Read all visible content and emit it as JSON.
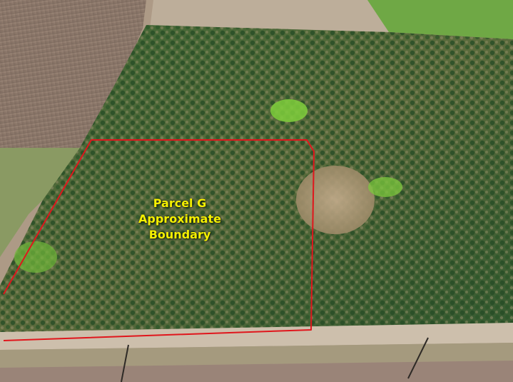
{
  "overlay": {
    "label_lines": [
      "Parcel G",
      "Approximate",
      "Boundary"
    ],
    "label_color": "#f5f000",
    "boundary_color": "#e0161c"
  },
  "scene": {
    "field_color": "#8a7466",
    "forest_dark": "#2f5a2e",
    "forest_light": "#7c8c4e",
    "grass_color": "#6fa845",
    "road_color": "#c9bba7"
  }
}
